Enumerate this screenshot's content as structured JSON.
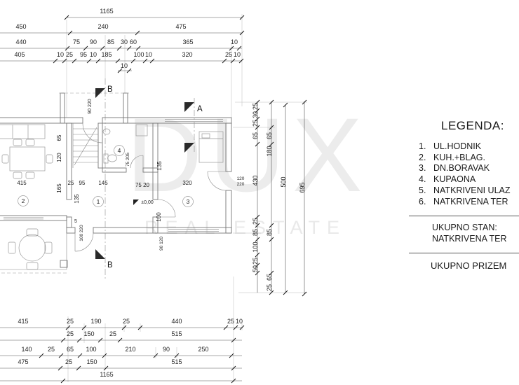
{
  "legend": {
    "title": "LEGENDA:",
    "items": [
      {
        "num": "1.",
        "label": "UL.HODNIK"
      },
      {
        "num": "2.",
        "label": "KUH.+BLAG."
      },
      {
        "num": "3.",
        "label": "DN.BORAVAK"
      },
      {
        "num": "4.",
        "label": "KUPAONA"
      },
      {
        "num": "5.",
        "label": "NATKRIVENI ULAZ"
      },
      {
        "num": "6.",
        "label": "NATKRIVENA TER"
      }
    ],
    "summary1": "UKUPNO STAN:",
    "summary2": "NATKRIVENA TER",
    "total": "UKUPNO PRIZEM"
  },
  "watermark": {
    "line1": "DUX",
    "line2": "REAL ESTATE"
  },
  "sections": {
    "a": "A",
    "b_top": "B",
    "b_bottom": "B"
  },
  "rooms": [
    "1",
    "2",
    "3",
    "4"
  ],
  "level_marker": "±0,00",
  "dims": {
    "top": {
      "total": "1165",
      "row1": [
        "450",
        "240",
        "475"
      ],
      "row2": [
        "440",
        "75",
        "90",
        "85",
        "30",
        "60",
        "365",
        "10"
      ],
      "row3": [
        "405",
        "10",
        "25",
        "95",
        "10",
        "185",
        "100",
        "10",
        "320",
        "25",
        "10"
      ],
      "row4": [
        "10"
      ]
    },
    "right": {
      "col1": [
        "25",
        "30",
        "25",
        "65",
        "430",
        "25",
        "85",
        "100",
        "25",
        "50"
      ],
      "col2": [
        "65",
        "180",
        "85",
        "65",
        "25"
      ],
      "col3": [
        "500"
      ],
      "col4": [
        "695"
      ],
      "door": [
        "120",
        "220"
      ]
    },
    "interior": [
      "90 220",
      "65",
      "120",
      "165",
      "25",
      "95",
      "145",
      "135",
      "415",
      "75 20",
      "320",
      "100",
      "135",
      "75 205",
      "100 220",
      "90 120",
      "5"
    ],
    "bottom": {
      "row1": [
        "415",
        "25",
        "190",
        "25",
        "440",
        "25",
        "10"
      ],
      "row2": [
        "25",
        "150",
        "25",
        "515"
      ],
      "row3": [
        "140",
        "25",
        "65",
        "100",
        "210",
        "90",
        "250"
      ],
      "row4": [
        "475",
        "25",
        "150",
        "515"
      ],
      "total": "1165"
    }
  }
}
